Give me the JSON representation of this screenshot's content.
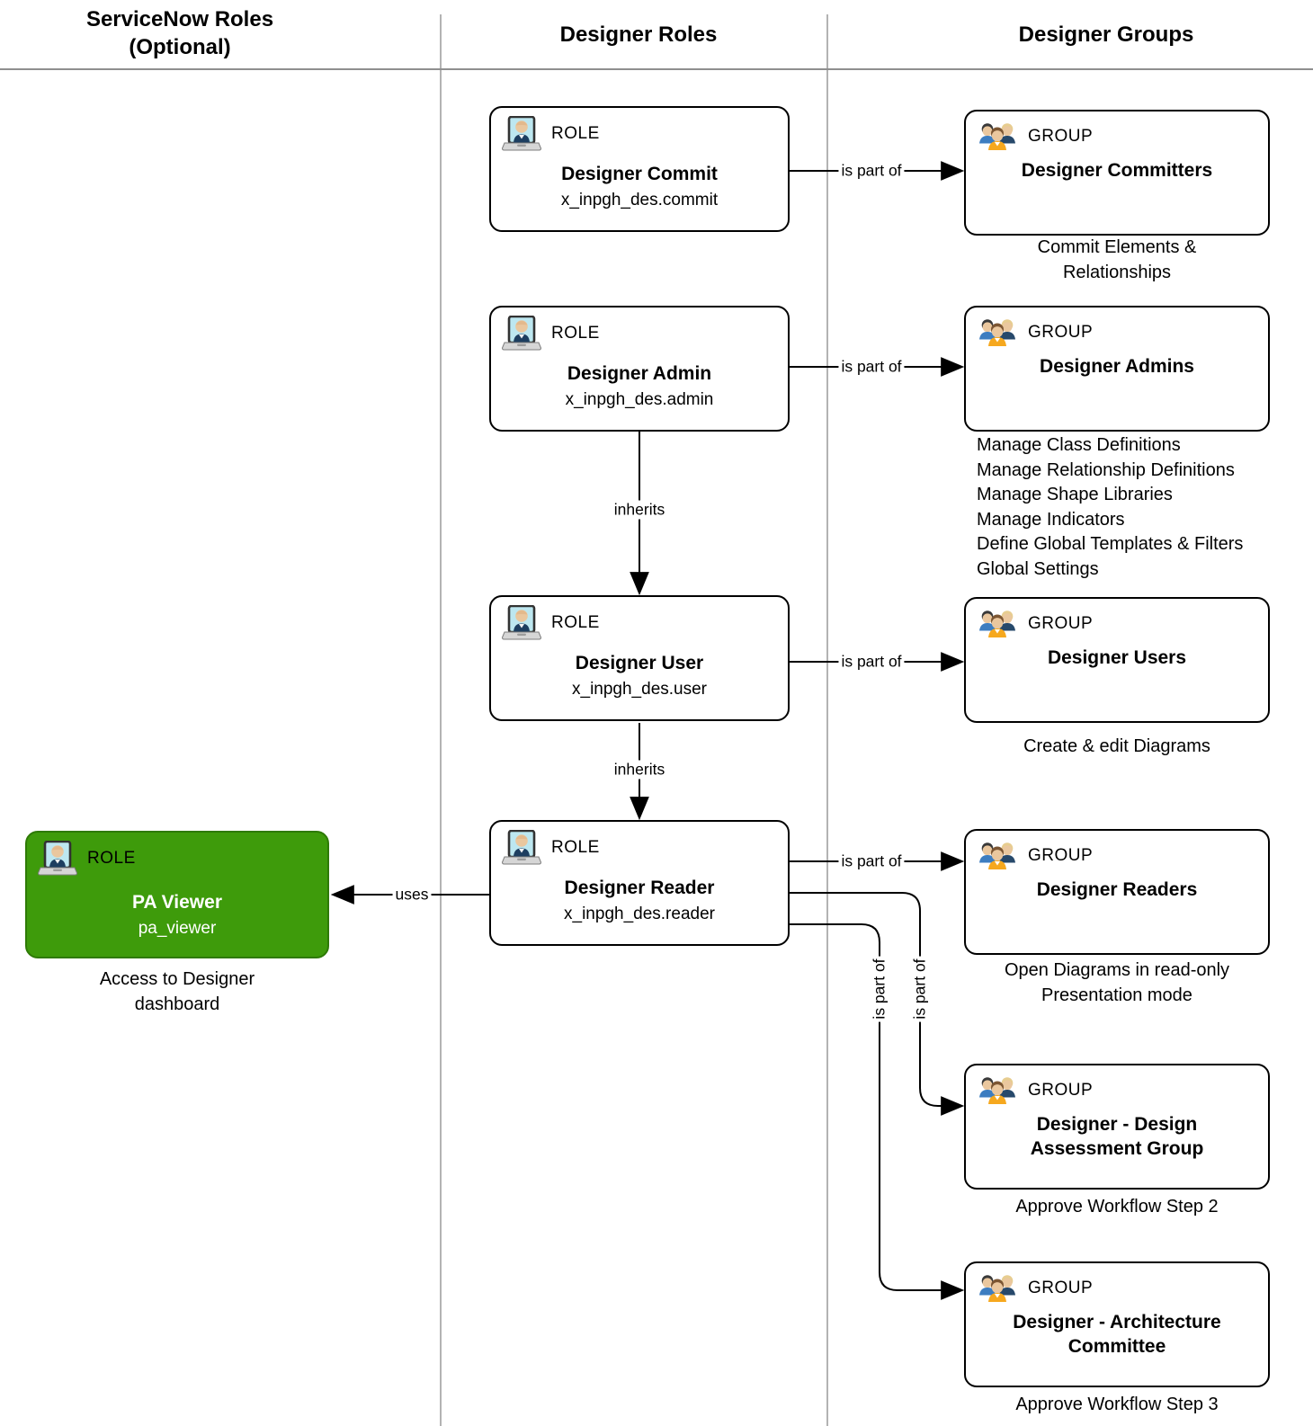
{
  "header": {
    "columns": [
      {
        "title": "ServiceNow Roles\n(Optional)"
      },
      {
        "title": "Designer Roles"
      },
      {
        "title": "Designer Groups"
      }
    ]
  },
  "servicenow_roles": [
    {
      "badge": "ROLE",
      "title": "PA Viewer",
      "code": "pa_viewer",
      "caption": "Access to Designer\ndashboard"
    }
  ],
  "designer_roles": [
    {
      "badge": "ROLE",
      "title": "Designer Commit",
      "code": "x_inpgh_des.commit"
    },
    {
      "badge": "ROLE",
      "title": "Designer Admin",
      "code": "x_inpgh_des.admin"
    },
    {
      "badge": "ROLE",
      "title": "Designer User",
      "code": "x_inpgh_des.user"
    },
    {
      "badge": "ROLE",
      "title": "Designer Reader",
      "code": "x_inpgh_des.reader"
    }
  ],
  "designer_groups": [
    {
      "badge": "GROUP",
      "title": "Designer Committers",
      "caption": "Commit Elements &\nRelationships"
    },
    {
      "badge": "GROUP",
      "title": "Designer Admins",
      "caption": "Manage Class Definitions\nManage Relationship Definitions\nManage Shape Libraries\nManage Indicators\nDefine Global Templates & Filters\nGlobal Settings"
    },
    {
      "badge": "GROUP",
      "title": "Designer Users",
      "caption": "Create & edit Diagrams"
    },
    {
      "badge": "GROUP",
      "title": "Designer Readers",
      "caption": "Open Diagrams in read-only\nPresentation mode"
    },
    {
      "badge": "GROUP",
      "title": "Designer - Design\nAssessment Group",
      "caption": "Approve Workflow Step 2"
    },
    {
      "badge": "GROUP",
      "title": "Designer - Architecture\nCommittee",
      "caption": "Approve Workflow Step 3"
    }
  ],
  "edge_labels": {
    "is_part_of": "is part of",
    "inherits": "inherits",
    "uses": "uses"
  },
  "colors": {
    "pa_viewer_fill": "#3e9b0b",
    "pa_viewer_border": "#2e7a06",
    "edge": "#000000",
    "divider": "#b3b3b3"
  }
}
